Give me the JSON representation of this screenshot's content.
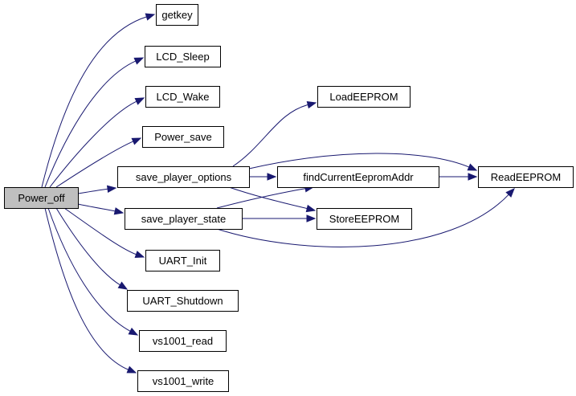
{
  "diagram": {
    "nodes": [
      {
        "id": "power_off",
        "label": "Power_off",
        "root": true
      },
      {
        "id": "getkey",
        "label": "getkey"
      },
      {
        "id": "lcd_sleep",
        "label": "LCD_Sleep"
      },
      {
        "id": "lcd_wake",
        "label": "LCD_Wake"
      },
      {
        "id": "power_save",
        "label": "Power_save"
      },
      {
        "id": "save_player_options",
        "label": "save_player_options"
      },
      {
        "id": "save_player_state",
        "label": "save_player_state"
      },
      {
        "id": "uart_init",
        "label": "UART_Init"
      },
      {
        "id": "uart_shutdown",
        "label": "UART_Shutdown"
      },
      {
        "id": "vs1001_read",
        "label": "vs1001_read"
      },
      {
        "id": "vs1001_write",
        "label": "vs1001_write"
      },
      {
        "id": "loadeeprom",
        "label": "LoadEEPROM"
      },
      {
        "id": "findcurrenteepromaddr",
        "label": "findCurrentEepromAddr"
      },
      {
        "id": "storeeeprom",
        "label": "StoreEEPROM"
      },
      {
        "id": "readeeprom",
        "label": "ReadEEPROM"
      }
    ],
    "edges": [
      {
        "from": "power_off",
        "to": "getkey"
      },
      {
        "from": "power_off",
        "to": "lcd_sleep"
      },
      {
        "from": "power_off",
        "to": "lcd_wake"
      },
      {
        "from": "power_off",
        "to": "power_save"
      },
      {
        "from": "power_off",
        "to": "save_player_options"
      },
      {
        "from": "power_off",
        "to": "save_player_state"
      },
      {
        "from": "power_off",
        "to": "uart_init"
      },
      {
        "from": "power_off",
        "to": "uart_shutdown"
      },
      {
        "from": "power_off",
        "to": "vs1001_read"
      },
      {
        "from": "power_off",
        "to": "vs1001_write"
      },
      {
        "from": "save_player_options",
        "to": "loadeeprom"
      },
      {
        "from": "save_player_options",
        "to": "readeeprom"
      },
      {
        "from": "save_player_options",
        "to": "findcurrenteepromaddr"
      },
      {
        "from": "save_player_options",
        "to": "storeeeprom"
      },
      {
        "from": "save_player_state",
        "to": "findcurrenteepromaddr"
      },
      {
        "from": "save_player_state",
        "to": "storeeeprom"
      },
      {
        "from": "save_player_state",
        "to": "readeeprom"
      },
      {
        "from": "findcurrenteepromaddr",
        "to": "readeeprom"
      }
    ],
    "colors": {
      "edge": "#191970",
      "root_fill": "#bfbfbf",
      "node_fill": "#ffffff",
      "border": "#000000"
    }
  }
}
